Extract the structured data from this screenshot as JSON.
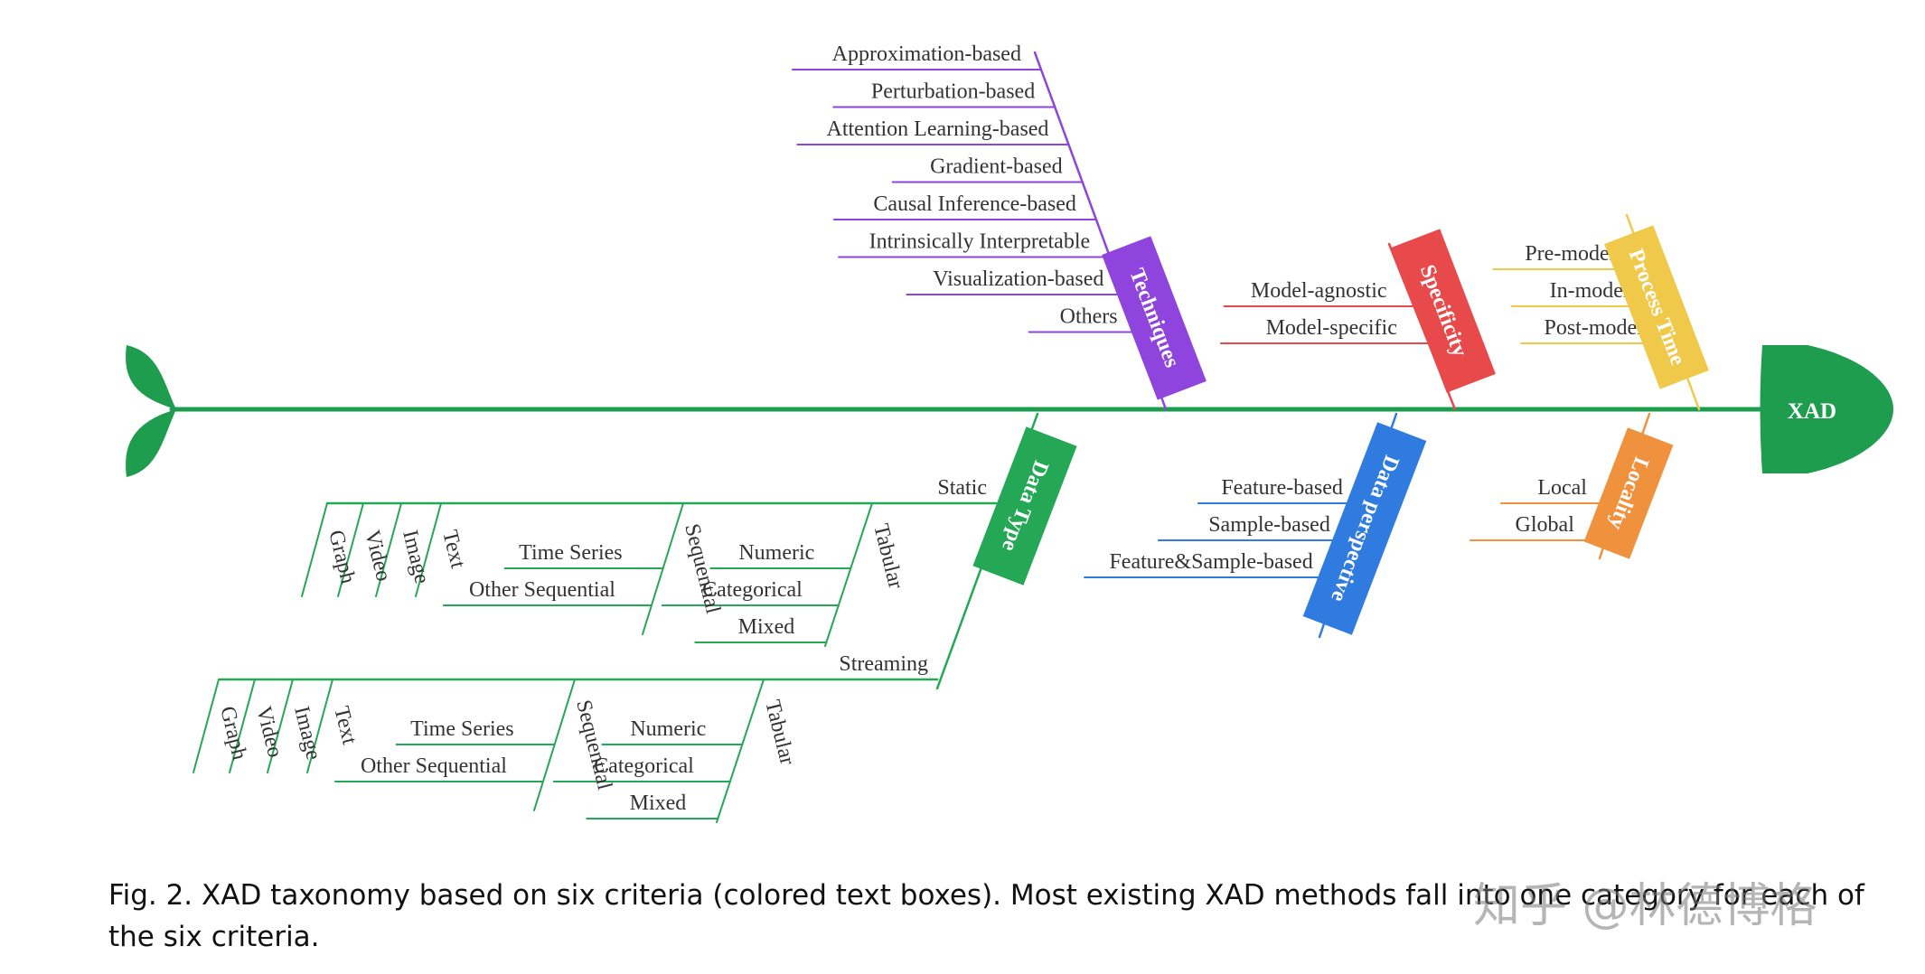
{
  "root": "XAD",
  "colors": {
    "spine": "#1f9d4f",
    "techniques": "#8e44dd",
    "specificity": "#e8494b",
    "process_time": "#f1c94a",
    "data_type": "#24a855",
    "data_perspective": "#2f7be0",
    "locality": "#f0913d"
  },
  "categories": {
    "techniques": {
      "label": "Techniques",
      "items": [
        "Approximation-based",
        "Perturbation-based",
        "Attention Learning-based",
        "Gradient-based",
        "Causal Inference-based",
        "Intrinsically Interpretable",
        "Visualization-based",
        "Others"
      ]
    },
    "specificity": {
      "label": "Specificity",
      "items": [
        "Model-agnostic",
        "Model-specific"
      ]
    },
    "process_time": {
      "label": "Process Time",
      "items": [
        "Pre-model",
        "In-model",
        "Post-model"
      ]
    },
    "data_perspective": {
      "label": "Data perspective",
      "items": [
        "Feature-based",
        "Sample-based",
        "Feature&Sample-based"
      ]
    },
    "locality": {
      "label": "Locality",
      "items": [
        "Local",
        "Global"
      ]
    },
    "data_type": {
      "label": "Data Type",
      "modes": [
        {
          "label": "Static",
          "direct": [
            "Graph",
            "Video",
            "Image",
            "Text"
          ],
          "sequential": {
            "label": "Sequential",
            "items": [
              "Time Series",
              "Other Sequential"
            ]
          },
          "tabular": {
            "label": "Tabular",
            "items": [
              "Numeric",
              "Categorical",
              "Mixed"
            ]
          }
        },
        {
          "label": "Streaming",
          "direct": [
            "Graph",
            "Video",
            "Image",
            "Text"
          ],
          "sequential": {
            "label": "Sequential",
            "items": [
              "Time Series",
              "Other Sequential"
            ]
          },
          "tabular": {
            "label": "Tabular",
            "items": [
              "Numeric",
              "Categorical",
              "Mixed"
            ]
          }
        }
      ]
    }
  },
  "caption": "Fig. 2.  XAD taxonomy based on six criteria (colored text boxes). Most existing XAD methods fall into one category for each of the six criteria.",
  "watermark": "知乎 @林德博格"
}
